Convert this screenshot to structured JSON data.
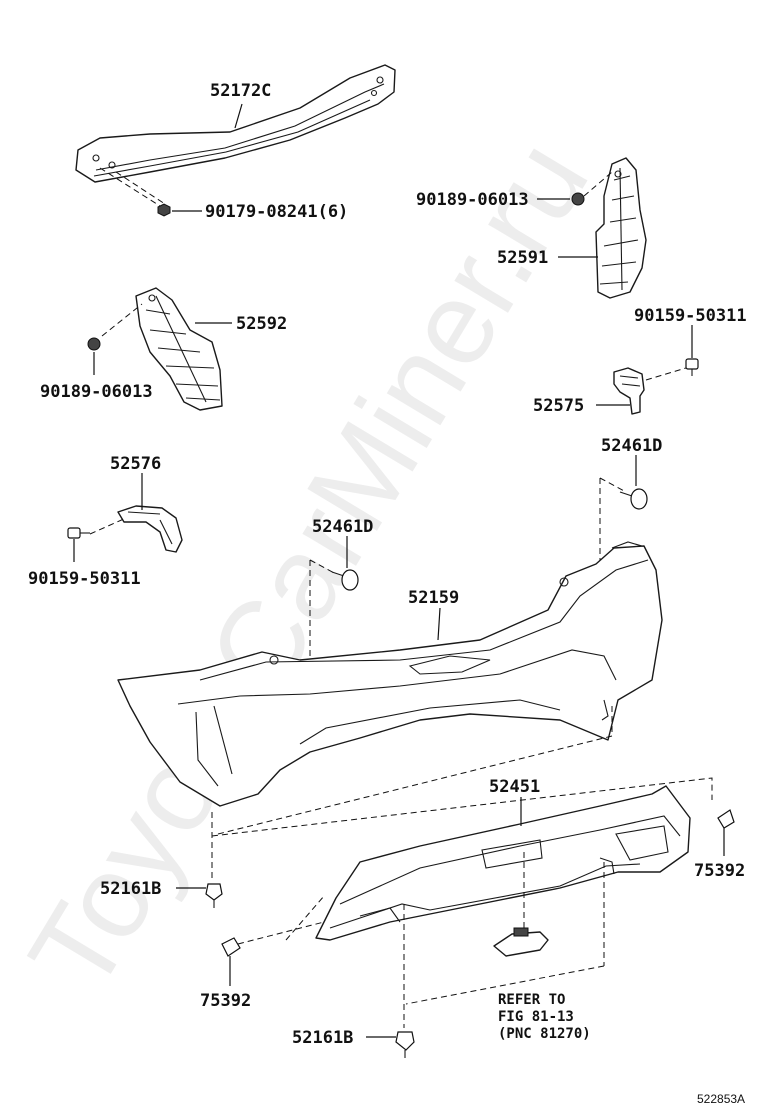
{
  "watermark": "ToyotaCarMiner.ru",
  "figure_id": "522853A",
  "parts": {
    "p52172C": "52172C",
    "p90179_08241": "90179-08241(6)",
    "p90189_06013_right": "90189-06013",
    "p52591": "52591",
    "p52592": "52592",
    "p90189_06013_left": "90189-06013",
    "p90159_50311_right": "90159-50311",
    "p52575": "52575",
    "p52461D_right": "52461D",
    "p52576": "52576",
    "p90159_50311_left": "90159-50311",
    "p52461D_center": "52461D",
    "p52159": "52159",
    "p52451": "52451",
    "p75392_right": "75392",
    "p52161B_left": "52161B",
    "p75392_left": "75392",
    "p52161B_bottom": "52161B"
  },
  "reference": {
    "line1": "REFER TO",
    "line2": "FIG 81-13",
    "line3": "(PNC 81270)"
  }
}
